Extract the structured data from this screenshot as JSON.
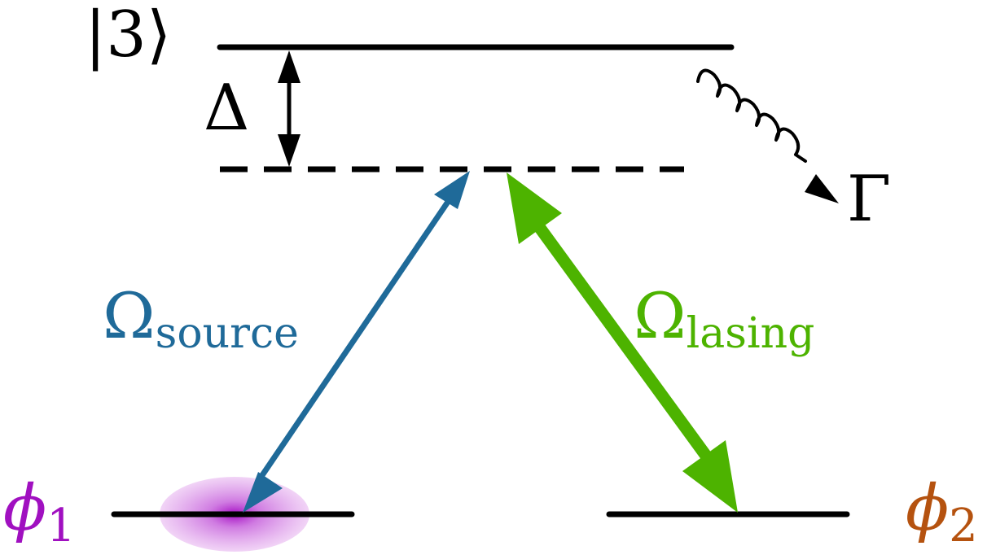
{
  "labels": {
    "state3": "|3⟩",
    "delta": "Δ",
    "gamma": "Γ",
    "omega_source_main": "Ω",
    "omega_source_sub": "source",
    "omega_lasing_main": "Ω",
    "omega_lasing_sub": "lasing",
    "phi1_main": "ϕ",
    "phi1_sub": "1",
    "phi2_main": "ϕ",
    "phi2_sub": "2"
  },
  "colors": {
    "line": "#000000",
    "source": "#1f6a99",
    "lasing": "#4db300",
    "phi1": "#a010c0",
    "phi2": "#b5520f",
    "cloud": "#b020c8"
  }
}
